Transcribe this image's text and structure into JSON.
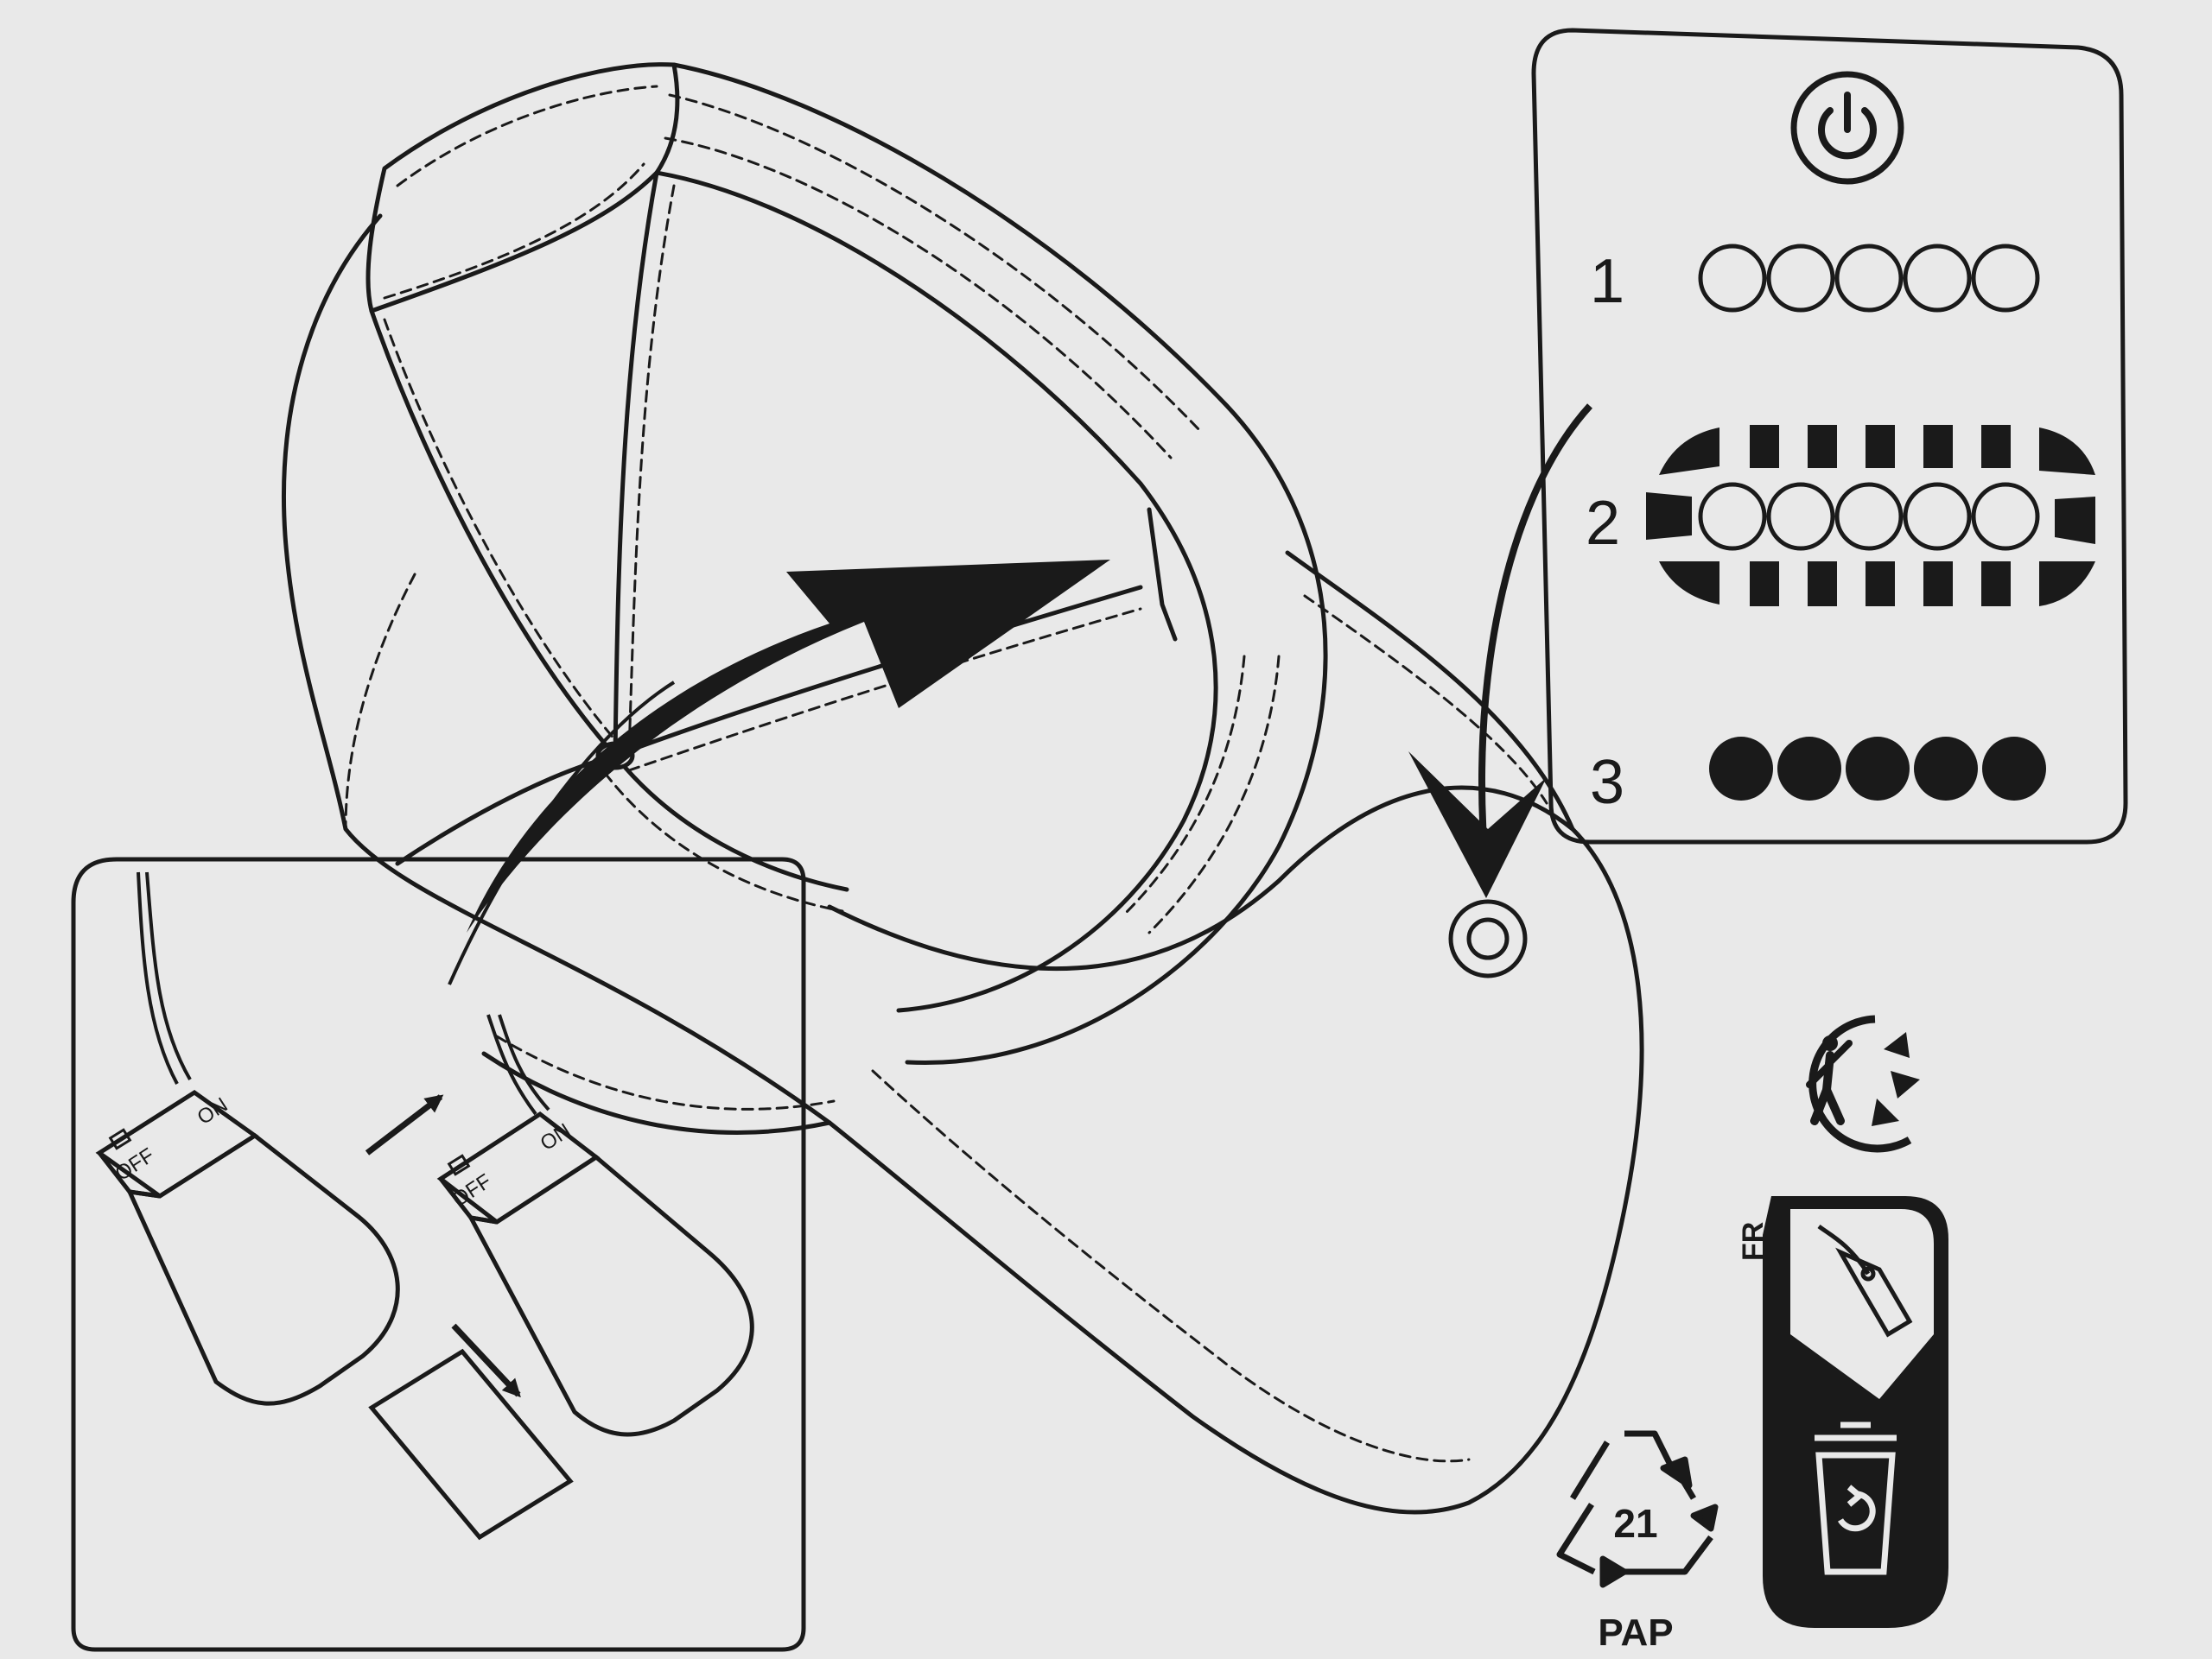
{
  "colors": {
    "paper": "#e9e9e9",
    "ink": "#1a1a1a"
  },
  "battery_box": {
    "off_label": "OFF",
    "on_label": "ON"
  },
  "modes_panel": {
    "power_icon": "power-icon",
    "modes": [
      {
        "number": "1",
        "state": "off"
      },
      {
        "number": "2",
        "state": "flashing"
      },
      {
        "number": "3",
        "state": "on"
      }
    ]
  },
  "recycling": {
    "triman_icon": "triman-icon",
    "paper_code_number": "21",
    "paper_code_label": "PAP",
    "info_tri_country": "FR",
    "info_tri_icons": [
      "tag-icon",
      "recycling-bin-icon"
    ]
  }
}
